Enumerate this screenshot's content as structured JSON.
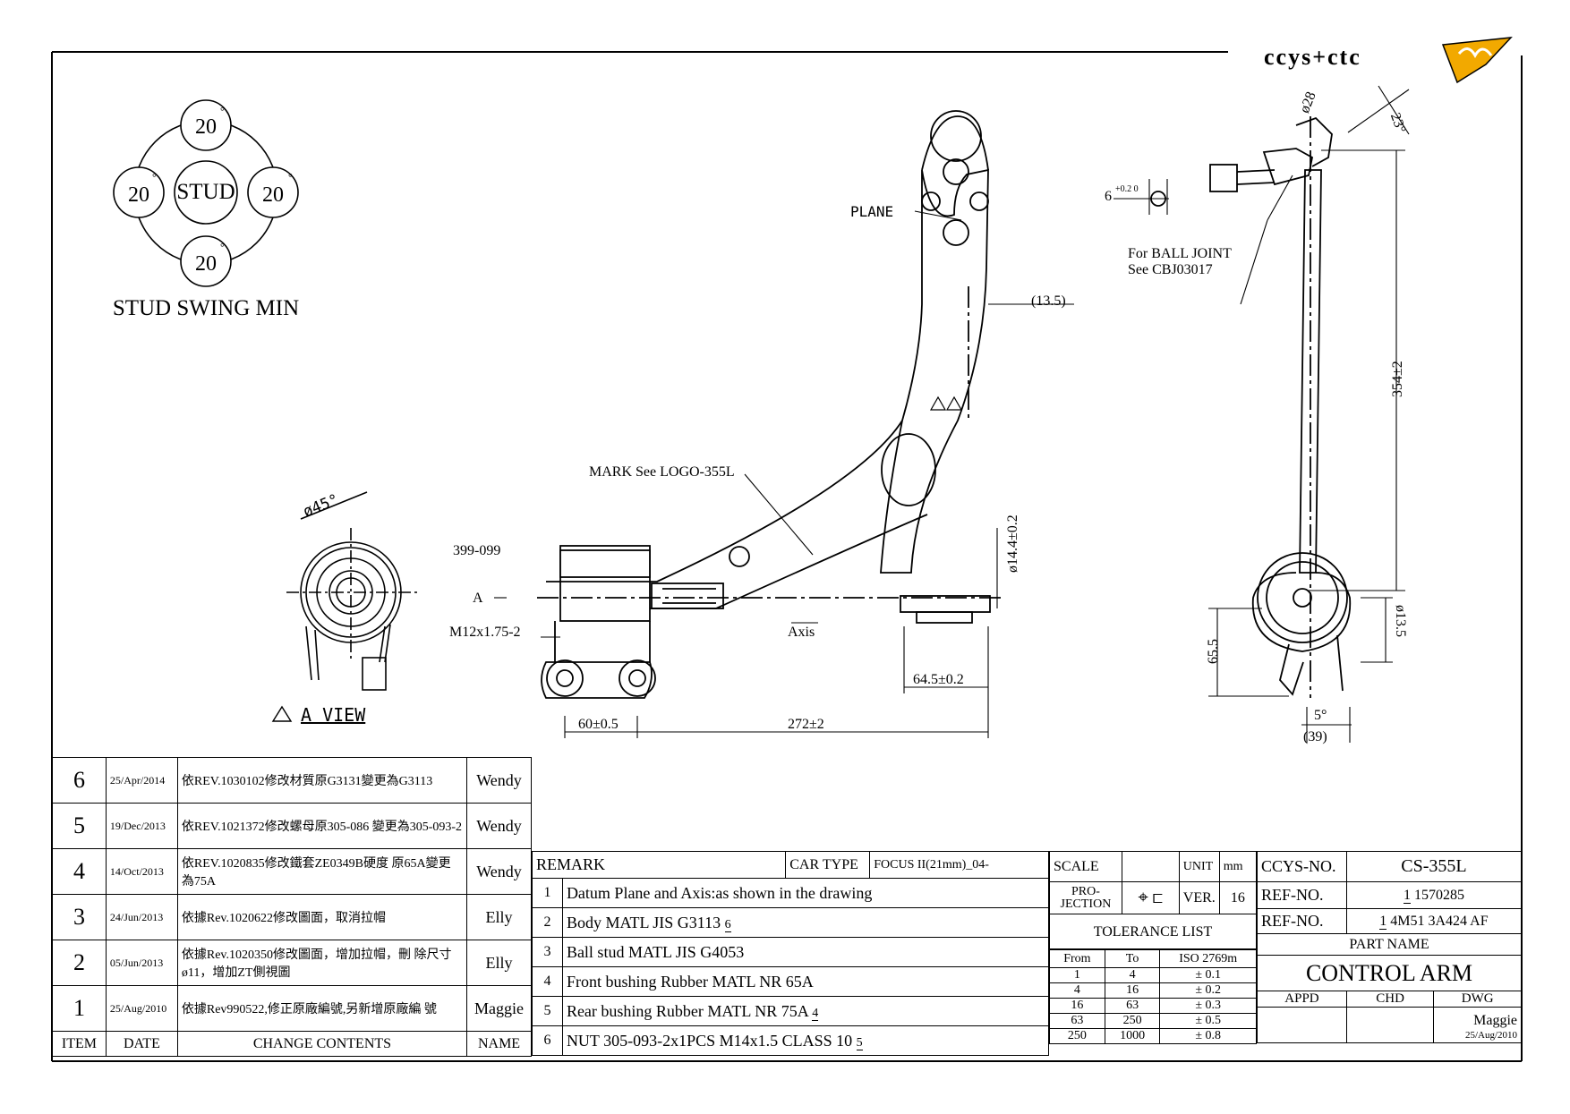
{
  "logo": {
    "text": "ccys+ctc"
  },
  "stud_swing": {
    "center": "STUD",
    "values": [
      "20",
      "20",
      "20",
      "20"
    ],
    "degree": "°",
    "caption": "STUD SWING MIN"
  },
  "a_view": {
    "diameter": "ø45°",
    "label": "A VIEW"
  },
  "side_view": {
    "plane": "PLANE",
    "mark": "MARK See LOGO-355L",
    "part_ref": "399-099",
    "arrow_a": "A",
    "thread": "M12x1.75-2",
    "axis": "Axis",
    "dim_13_5": "(13.5)",
    "dim_14_4": "ø14.4±0.2",
    "dim_64_5": "64.5±0.2",
    "dim_60": "60±0.5",
    "dim_272": "272±2"
  },
  "front_view": {
    "dim_28": "ø28",
    "dim_23": "23°",
    "dim_6": "6",
    "tol_6": "+0.2 0",
    "ball_joint_1": "For BALL JOINT",
    "ball_joint_2": "See CBJ03017",
    "dim_354": "354±2",
    "dim_13_5": "ø13.5",
    "dim_65_5": "65.5",
    "dim_5": "5°",
    "dim_39": "(39)"
  },
  "revisions": {
    "rows": [
      {
        "item": "6",
        "date": "25/Apr/2014",
        "content": "依REV.1030102修改材質原G3131變更為G3113",
        "name": "Wendy"
      },
      {
        "item": "5",
        "date": "19/Dec/2013",
        "content": "依REV.1021372修改螺母原305-086 變更為305-093-2",
        "name": "Wendy"
      },
      {
        "item": "4",
        "date": "14/Oct/2013",
        "content": "依REV.1020835修改鐵套ZE0349B硬度 原65A變更為75A",
        "name": "Wendy"
      },
      {
        "item": "3",
        "date": "24/Jun/2013",
        "content": "依據Rev.1020622修改圖面，取消拉帽",
        "name": "Elly"
      },
      {
        "item": "2",
        "date": "05/Jun/2013",
        "content": "依據Rev.1020350修改圖面，增加拉帽，刪 除尺寸ø11，增加ZT側視圖",
        "name": "Elly"
      },
      {
        "item": "1",
        "date": "25/Aug/2010",
        "content": "依據Rev990522,修正原廠編號,另新增原廠編 號",
        "name": "Maggie"
      }
    ],
    "header": {
      "item": "ITEM",
      "date": "DATE",
      "content": "CHANGE CONTENTS",
      "name": "NAME"
    }
  },
  "remarks": {
    "title": "REMARK",
    "car_type_label": "CAR TYPE",
    "car_type": "FOCUS II(21mm)_04-",
    "rows": [
      {
        "no": "1",
        "text": "Datum Plane and Axis:as shown in the drawing",
        "rev": ""
      },
      {
        "no": "2",
        "text": "Body MATL JIS G3113",
        "rev": "6"
      },
      {
        "no": "3",
        "text": "Ball stud MATL JIS G4053",
        "rev": ""
      },
      {
        "no": "4",
        "text": "Front bushing Rubber MATL NR 65A",
        "rev": ""
      },
      {
        "no": "5",
        "text": "Rear bushing Rubber MATL NR 75A",
        "rev": "4"
      },
      {
        "no": "6",
        "text": "NUT 305-093-2x1PCS M14x1.5 CLASS 10",
        "rev": "5"
      }
    ]
  },
  "spec": {
    "scale": "SCALE",
    "unit": "UNIT",
    "mm": "mm",
    "projection": "PRO- JECTION",
    "ver_label": "VER.",
    "ver": "16",
    "tolerance_title": "TOLERANCE LIST",
    "tol_header": [
      "From",
      "To",
      "ISO 2769m"
    ],
    "tol_rows": [
      [
        "1",
        "4",
        "± 0.1"
      ],
      [
        "4",
        "16",
        "± 0.2"
      ],
      [
        "16",
        "63",
        "± 0.3"
      ],
      [
        "63",
        "250",
        "± 0.5"
      ],
      [
        "250",
        "1000",
        "± 0.8"
      ]
    ]
  },
  "title_block": {
    "ccys_label": "CCYS-NO.",
    "ccys_no": "CS-355L",
    "ref1_label": "REF-NO.",
    "ref1_rev": "1",
    "ref1": "1570285",
    "ref2_label": "REF-NO.",
    "ref2_rev": "1",
    "ref2": "4M51 3A424 AF",
    "part_name_label": "PART NAME",
    "part_name": "CONTROL ARM",
    "appd": "APPD",
    "chd": "CHD",
    "dwg": "DWG",
    "dwg_name": "Maggie",
    "dwg_date": "25/Aug/2010"
  }
}
